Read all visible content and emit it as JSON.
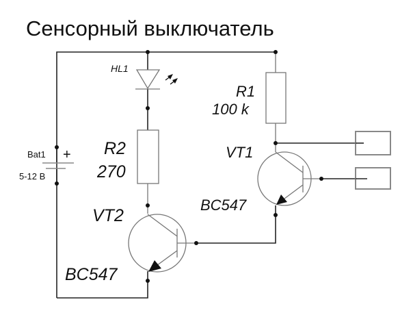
{
  "title": "Сенсорный выключатель",
  "components": {
    "battery": {
      "designator": "Bat1",
      "value": "5-12 В",
      "polarity": "+"
    },
    "led": {
      "designator": "HL1"
    },
    "r1": {
      "designator": "R1",
      "value": "100 k"
    },
    "r2": {
      "designator": "R2",
      "value": "270"
    },
    "vt1": {
      "designator": "VT1",
      "model": "BC547"
    },
    "vt2": {
      "designator": "VT2",
      "model": "BC547"
    },
    "sensor_pads": [
      {
        "name": "sensor-pad-1",
        "connects_to": "VT1 collector / R1"
      },
      {
        "name": "sensor-pad-2",
        "connects_to": "VT1 base"
      }
    ]
  }
}
